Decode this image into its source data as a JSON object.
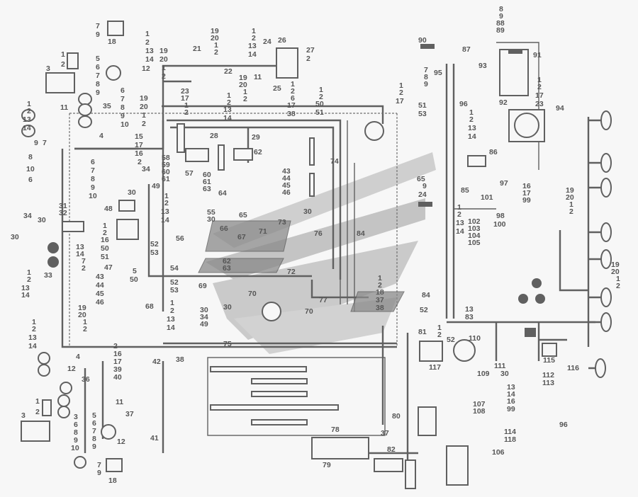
{
  "diagram": {
    "type": "vehicle electrical wiring diagram",
    "watermark_colors": {
      "light": "#c8c8c8",
      "dark": "#b0b0b0"
    },
    "line_color": "#606060",
    "labels": [
      {
        "id": "l1",
        "text": "7"
      },
      {
        "id": "l2",
        "text": "9"
      },
      {
        "id": "l3",
        "text": "18"
      },
      {
        "id": "l4",
        "text": "1"
      },
      {
        "id": "l5",
        "text": "2"
      },
      {
        "id": "l6",
        "text": "13"
      },
      {
        "id": "l7",
        "text": "14"
      },
      {
        "id": "l8",
        "text": "12"
      },
      {
        "id": "l9",
        "text": "3"
      },
      {
        "id": "l10",
        "text": "1"
      },
      {
        "id": "l11",
        "text": "2"
      },
      {
        "id": "l12",
        "text": "5"
      },
      {
        "id": "l13",
        "text": "6"
      },
      {
        "id": "l14",
        "text": "7"
      },
      {
        "id": "l15",
        "text": "8"
      },
      {
        "id": "l16",
        "text": "9"
      },
      {
        "id": "l17",
        "text": "35"
      },
      {
        "id": "l18",
        "text": "6"
      },
      {
        "id": "l19",
        "text": "7"
      },
      {
        "id": "l20",
        "text": "8"
      },
      {
        "id": "l21",
        "text": "9"
      },
      {
        "id": "l22",
        "text": "10"
      },
      {
        "id": "l23",
        "text": "19"
      },
      {
        "id": "l24",
        "text": "20"
      },
      {
        "id": "l25",
        "text": "1"
      },
      {
        "id": "l26",
        "text": "2"
      },
      {
        "id": "l27",
        "text": "19"
      },
      {
        "id": "l28",
        "text": "20"
      },
      {
        "id": "l29",
        "text": "1"
      },
      {
        "id": "l30",
        "text": "2"
      },
      {
        "id": "l31",
        "text": "21"
      },
      {
        "id": "l32",
        "text": "19"
      },
      {
        "id": "l33",
        "text": "20"
      },
      {
        "id": "l34",
        "text": "1"
      },
      {
        "id": "l35",
        "text": "2"
      },
      {
        "id": "l36",
        "text": "1"
      },
      {
        "id": "l37",
        "text": "2"
      },
      {
        "id": "l38",
        "text": "13"
      },
      {
        "id": "l39",
        "text": "14"
      },
      {
        "id": "l40",
        "text": "24"
      },
      {
        "id": "l41",
        "text": "26"
      },
      {
        "id": "l42",
        "text": "27"
      },
      {
        "id": "l43",
        "text": "2"
      },
      {
        "id": "l44",
        "text": "25"
      },
      {
        "id": "l45",
        "text": "11"
      },
      {
        "id": "l46",
        "text": "22"
      },
      {
        "id": "l47",
        "text": "23"
      },
      {
        "id": "l48",
        "text": "17"
      },
      {
        "id": "l49",
        "text": "1"
      },
      {
        "id": "l50",
        "text": "2"
      },
      {
        "id": "l51",
        "text": "19"
      },
      {
        "id": "l52",
        "text": "20"
      },
      {
        "id": "l53",
        "text": "1"
      },
      {
        "id": "l54",
        "text": "2"
      },
      {
        "id": "l55",
        "text": "1"
      },
      {
        "id": "l56",
        "text": "2"
      },
      {
        "id": "l57",
        "text": "13"
      },
      {
        "id": "l58",
        "text": "14"
      },
      {
        "id": "l59",
        "text": "1"
      },
      {
        "id": "l60",
        "text": "2"
      },
      {
        "id": "l61",
        "text": "6"
      },
      {
        "id": "l62",
        "text": "17"
      },
      {
        "id": "l63",
        "text": "38"
      },
      {
        "id": "l64",
        "text": "1"
      },
      {
        "id": "l65",
        "text": "2"
      },
      {
        "id": "l66",
        "text": "50"
      },
      {
        "id": "l67",
        "text": "51"
      },
      {
        "id": "l68",
        "text": "28"
      },
      {
        "id": "l69",
        "text": "29"
      },
      {
        "id": "l70",
        "text": "1"
      },
      {
        "id": "l71",
        "text": "2"
      },
      {
        "id": "l72",
        "text": "13"
      },
      {
        "id": "l73",
        "text": "14"
      },
      {
        "id": "l74",
        "text": "11"
      },
      {
        "id": "l75",
        "text": "4"
      },
      {
        "id": "l76",
        "text": "15"
      },
      {
        "id": "l77",
        "text": "17"
      },
      {
        "id": "l78",
        "text": "16"
      },
      {
        "id": "l79",
        "text": "2"
      },
      {
        "id": "l80",
        "text": "9"
      },
      {
        "id": "l81",
        "text": "7"
      },
      {
        "id": "l82",
        "text": "8"
      },
      {
        "id": "l83",
        "text": "10"
      },
      {
        "id": "l84",
        "text": "6"
      },
      {
        "id": "l85",
        "text": "6"
      },
      {
        "id": "l86",
        "text": "7"
      },
      {
        "id": "l87",
        "text": "8"
      },
      {
        "id": "l88",
        "text": "9"
      },
      {
        "id": "l89",
        "text": "10"
      },
      {
        "id": "l90",
        "text": "58"
      },
      {
        "id": "l91",
        "text": "59"
      },
      {
        "id": "l92",
        "text": "60"
      },
      {
        "id": "l93",
        "text": "61"
      },
      {
        "id": "l94",
        "text": "57"
      },
      {
        "id": "l95",
        "text": "62"
      },
      {
        "id": "l96",
        "text": "60"
      },
      {
        "id": "l97",
        "text": "61"
      },
      {
        "id": "l98",
        "text": "63"
      },
      {
        "id": "l99",
        "text": "43"
      },
      {
        "id": "l100",
        "text": "44"
      },
      {
        "id": "l101",
        "text": "45"
      },
      {
        "id": "l102",
        "text": "46"
      },
      {
        "id": "l103",
        "text": "74"
      },
      {
        "id": "l104",
        "text": "34"
      },
      {
        "id": "l105",
        "text": "30"
      },
      {
        "id": "l106",
        "text": "49"
      },
      {
        "id": "l107",
        "text": "48"
      },
      {
        "id": "l108",
        "text": "1"
      },
      {
        "id": "l109",
        "text": "2"
      },
      {
        "id": "l110",
        "text": "13"
      },
      {
        "id": "l111",
        "text": "14"
      },
      {
        "id": "l112",
        "text": "55"
      },
      {
        "id": "l113",
        "text": "30"
      },
      {
        "id": "l114",
        "text": "56"
      },
      {
        "id": "l115",
        "text": "64"
      },
      {
        "id": "l116",
        "text": "65"
      },
      {
        "id": "l117",
        "text": "66"
      },
      {
        "id": "l118",
        "text": "67"
      },
      {
        "id": "l119",
        "text": "71"
      },
      {
        "id": "l120",
        "text": "73"
      },
      {
        "id": "l121",
        "text": "30"
      },
      {
        "id": "l122",
        "text": "76"
      },
      {
        "id": "l123",
        "text": "84"
      },
      {
        "id": "l124",
        "text": "31"
      },
      {
        "id": "l125",
        "text": "32"
      },
      {
        "id": "l126",
        "text": "34"
      },
      {
        "id": "l127",
        "text": "30"
      },
      {
        "id": "l128",
        "text": "30"
      },
      {
        "id": "l129",
        "text": "13"
      },
      {
        "id": "l130",
        "text": "14"
      },
      {
        "id": "l131",
        "text": "7"
      },
      {
        "id": "l132",
        "text": "2"
      },
      {
        "id": "l133",
        "text": "33"
      },
      {
        "id": "l134",
        "text": "1"
      },
      {
        "id": "l135",
        "text": "2"
      },
      {
        "id": "l136",
        "text": "13"
      },
      {
        "id": "l137",
        "text": "14"
      },
      {
        "id": "l138",
        "text": "1"
      },
      {
        "id": "l139",
        "text": "2"
      },
      {
        "id": "l140",
        "text": "16"
      },
      {
        "id": "l141",
        "text": "50"
      },
      {
        "id": "l142",
        "text": "51"
      },
      {
        "id": "l143",
        "text": "47"
      },
      {
        "id": "l144",
        "text": "52"
      },
      {
        "id": "l145",
        "text": "53"
      },
      {
        "id": "l146",
        "text": "54"
      },
      {
        "id": "l147",
        "text": "5"
      },
      {
        "id": "l148",
        "text": "50"
      },
      {
        "id": "l149",
        "text": "52"
      },
      {
        "id": "l150",
        "text": "53"
      },
      {
        "id": "l151",
        "text": "43"
      },
      {
        "id": "l152",
        "text": "44"
      },
      {
        "id": "l153",
        "text": "45"
      },
      {
        "id": "l154",
        "text": "46"
      },
      {
        "id": "l155",
        "text": "68"
      },
      {
        "id": "l156",
        "text": "62"
      },
      {
        "id": "l157",
        "text": "63"
      },
      {
        "id": "l158",
        "text": "72"
      },
      {
        "id": "l159",
        "text": "69"
      },
      {
        "id": "l160",
        "text": "30"
      },
      {
        "id": "l161",
        "text": "70"
      },
      {
        "id": "l162",
        "text": "77"
      },
      {
        "id": "l163",
        "text": "70"
      },
      {
        "id": "l164",
        "text": "30"
      },
      {
        "id": "l165",
        "text": "34"
      },
      {
        "id": "l166",
        "text": "49"
      },
      {
        "id": "l167",
        "text": "1"
      },
      {
        "id": "l168",
        "text": "2"
      },
      {
        "id": "l169",
        "text": "13"
      },
      {
        "id": "l170",
        "text": "14"
      },
      {
        "id": "l171",
        "text": "1"
      },
      {
        "id": "l172",
        "text": "2"
      },
      {
        "id": "l173",
        "text": "18"
      },
      {
        "id": "l174",
        "text": "37"
      },
      {
        "id": "l175",
        "text": "38"
      },
      {
        "id": "l176",
        "text": "19"
      },
      {
        "id": "l177",
        "text": "20"
      },
      {
        "id": "l178",
        "text": "1"
      },
      {
        "id": "l179",
        "text": "2"
      },
      {
        "id": "l180",
        "text": "1"
      },
      {
        "id": "l181",
        "text": "2"
      },
      {
        "id": "l182",
        "text": "13"
      },
      {
        "id": "l183",
        "text": "14"
      },
      {
        "id": "l184",
        "text": "75"
      },
      {
        "id": "l185",
        "text": "4"
      },
      {
        "id": "l186",
        "text": "2"
      },
      {
        "id": "l187",
        "text": "16"
      },
      {
        "id": "l188",
        "text": "17"
      },
      {
        "id": "l189",
        "text": "39"
      },
      {
        "id": "l190",
        "text": "40"
      },
      {
        "id": "l191",
        "text": "42"
      },
      {
        "id": "l192",
        "text": "38"
      },
      {
        "id": "l193",
        "text": "12"
      },
      {
        "id": "l194",
        "text": "36"
      },
      {
        "id": "l195",
        "text": "1"
      },
      {
        "id": "l196",
        "text": "2"
      },
      {
        "id": "l197",
        "text": "3"
      },
      {
        "id": "l198",
        "text": "3"
      },
      {
        "id": "l199",
        "text": "6"
      },
      {
        "id": "l200",
        "text": "8"
      },
      {
        "id": "l201",
        "text": "9"
      },
      {
        "id": "l202",
        "text": "10"
      },
      {
        "id": "l203",
        "text": "11"
      },
      {
        "id": "l204",
        "text": "5"
      },
      {
        "id": "l205",
        "text": "6"
      },
      {
        "id": "l206",
        "text": "7"
      },
      {
        "id": "l207",
        "text": "8"
      },
      {
        "id": "l208",
        "text": "9"
      },
      {
        "id": "l209",
        "text": "37"
      },
      {
        "id": "l210",
        "text": "12"
      },
      {
        "id": "l211",
        "text": "41"
      },
      {
        "id": "l212",
        "text": "7"
      },
      {
        "id": "l213",
        "text": "9"
      },
      {
        "id": "l214",
        "text": "18"
      },
      {
        "id": "l215",
        "text": "78"
      },
      {
        "id": "l216",
        "text": "79"
      },
      {
        "id": "l217",
        "text": "80"
      },
      {
        "id": "l218",
        "text": "37"
      },
      {
        "id": "l219",
        "text": "82"
      },
      {
        "id": "l220",
        "text": "8"
      },
      {
        "id": "l221",
        "text": "9"
      },
      {
        "id": "l222",
        "text": "88"
      },
      {
        "id": "l223",
        "text": "89"
      },
      {
        "id": "l224",
        "text": "87"
      },
      {
        "id": "l225",
        "text": "90"
      },
      {
        "id": "l226",
        "text": "91"
      },
      {
        "id": "l227",
        "text": "93"
      },
      {
        "id": "l228",
        "text": "95"
      },
      {
        "id": "l229",
        "text": "7"
      },
      {
        "id": "l230",
        "text": "8"
      },
      {
        "id": "l231",
        "text": "9"
      },
      {
        "id": "l232",
        "text": "1"
      },
      {
        "id": "l233",
        "text": "2"
      },
      {
        "id": "l234",
        "text": "17"
      },
      {
        "id": "l235",
        "text": "96"
      },
      {
        "id": "l236",
        "text": "92"
      },
      {
        "id": "l237",
        "text": "1"
      },
      {
        "id": "l238",
        "text": "2"
      },
      {
        "id": "l239",
        "text": "17"
      },
      {
        "id": "l240",
        "text": "23"
      },
      {
        "id": "l241",
        "text": "51"
      },
      {
        "id": "l242",
        "text": "53"
      },
      {
        "id": "l243",
        "text": "1"
      },
      {
        "id": "l244",
        "text": "2"
      },
      {
        "id": "l245",
        "text": "13"
      },
      {
        "id": "l246",
        "text": "14"
      },
      {
        "id": "l247",
        "text": "94"
      },
      {
        "id": "l248",
        "text": "86"
      },
      {
        "id": "l249",
        "text": "85"
      },
      {
        "id": "l250",
        "text": "65"
      },
      {
        "id": "l251",
        "text": "9"
      },
      {
        "id": "l252",
        "text": "24"
      },
      {
        "id": "l253",
        "text": "97"
      },
      {
        "id": "l254",
        "text": "16"
      },
      {
        "id": "l255",
        "text": "17"
      },
      {
        "id": "l256",
        "text": "99"
      },
      {
        "id": "l257",
        "text": "101"
      },
      {
        "id": "l258",
        "text": "1"
      },
      {
        "id": "l259",
        "text": "2"
      },
      {
        "id": "l260",
        "text": "13"
      },
      {
        "id": "l261",
        "text": "14"
      },
      {
        "id": "l262",
        "text": "102"
      },
      {
        "id": "l263",
        "text": "103"
      },
      {
        "id": "l264",
        "text": "104"
      },
      {
        "id": "l265",
        "text": "105"
      },
      {
        "id": "l266",
        "text": "98"
      },
      {
        "id": "l267",
        "text": "100"
      },
      {
        "id": "l268",
        "text": "19"
      },
      {
        "id": "l269",
        "text": "20"
      },
      {
        "id": "l270",
        "text": "1"
      },
      {
        "id": "l271",
        "text": "2"
      },
      {
        "id": "l272",
        "text": "19"
      },
      {
        "id": "l273",
        "text": "20"
      },
      {
        "id": "l274",
        "text": "1"
      },
      {
        "id": "l275",
        "text": "2"
      },
      {
        "id": "l276",
        "text": "84"
      },
      {
        "id": "l277",
        "text": "52"
      },
      {
        "id": "l278",
        "text": "13"
      },
      {
        "id": "l279",
        "text": "83"
      },
      {
        "id": "l280",
        "text": "81"
      },
      {
        "id": "l281",
        "text": "1"
      },
      {
        "id": "l282",
        "text": "2"
      },
      {
        "id": "l283",
        "text": "52"
      },
      {
        "id": "l284",
        "text": "110"
      },
      {
        "id": "l285",
        "text": "117"
      },
      {
        "id": "l286",
        "text": "115"
      },
      {
        "id": "l287",
        "text": "116"
      },
      {
        "id": "l288",
        "text": "111"
      },
      {
        "id": "l289",
        "text": "30"
      },
      {
        "id": "l290",
        "text": "112"
      },
      {
        "id": "l291",
        "text": "113"
      },
      {
        "id": "l292",
        "text": "109"
      },
      {
        "id": "l293",
        "text": "13"
      },
      {
        "id": "l294",
        "text": "14"
      },
      {
        "id": "l295",
        "text": "16"
      },
      {
        "id": "l296",
        "text": "99"
      },
      {
        "id": "l297",
        "text": "107"
      },
      {
        "id": "l298",
        "text": "108"
      },
      {
        "id": "l299",
        "text": "96"
      },
      {
        "id": "l300",
        "text": "106"
      },
      {
        "id": "l301",
        "text": "114"
      },
      {
        "id": "l302",
        "text": "118"
      }
    ]
  }
}
